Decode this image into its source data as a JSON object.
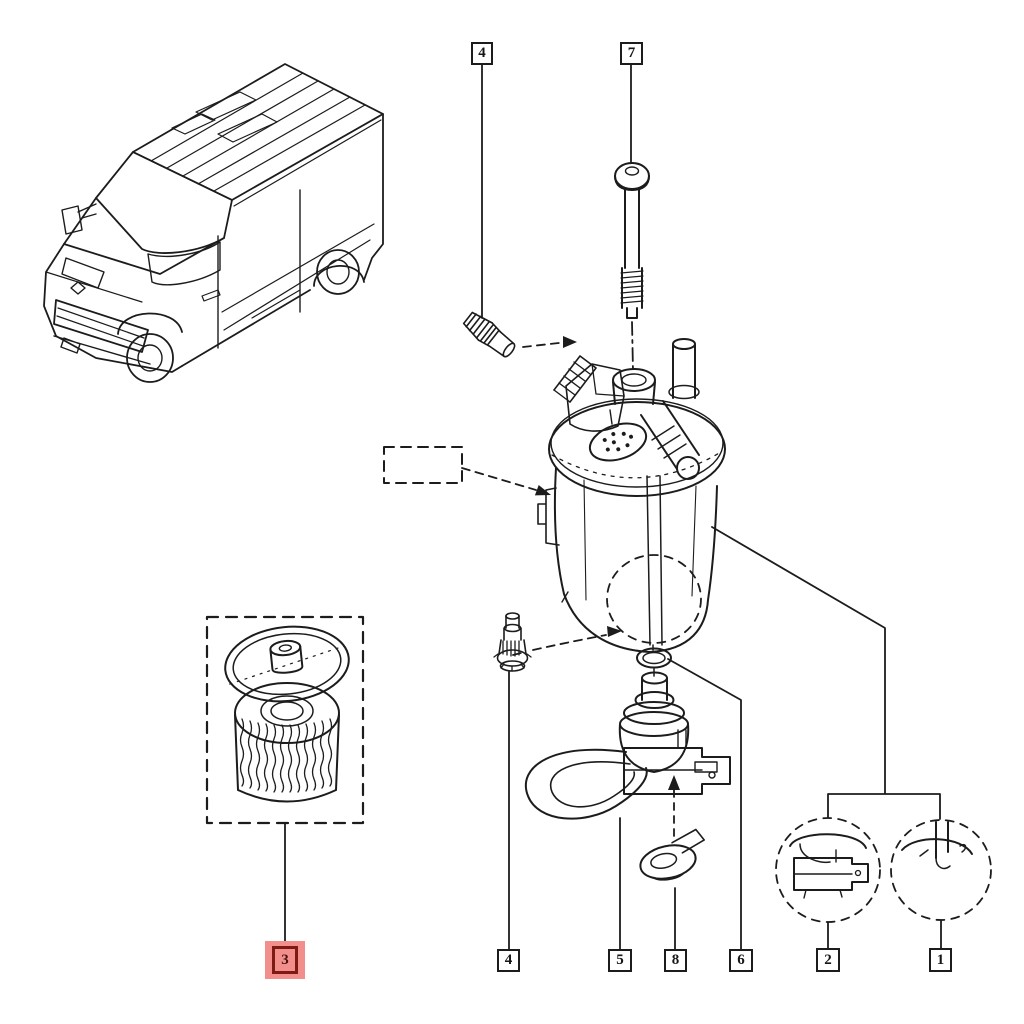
{
  "diagram": {
    "kind": "exploded-parts-diagram",
    "background_color": "#ffffff",
    "line_color": "#1c1c1c"
  },
  "highlight": {
    "fill": "#f28f8c",
    "border": "#7d1a12",
    "text": "#49110b"
  },
  "callouts": {
    "top_4": {
      "label": "4"
    },
    "top_7": {
      "label": "7"
    },
    "box_3": {
      "label": "3",
      "highlighted": true
    },
    "bottom_4": {
      "label": "4"
    },
    "bottom_5": {
      "label": "5"
    },
    "bottom_8": {
      "label": "8"
    },
    "bottom_6": {
      "label": "6"
    },
    "box_2": {
      "label": "2"
    },
    "box_1": {
      "label": "1"
    }
  }
}
